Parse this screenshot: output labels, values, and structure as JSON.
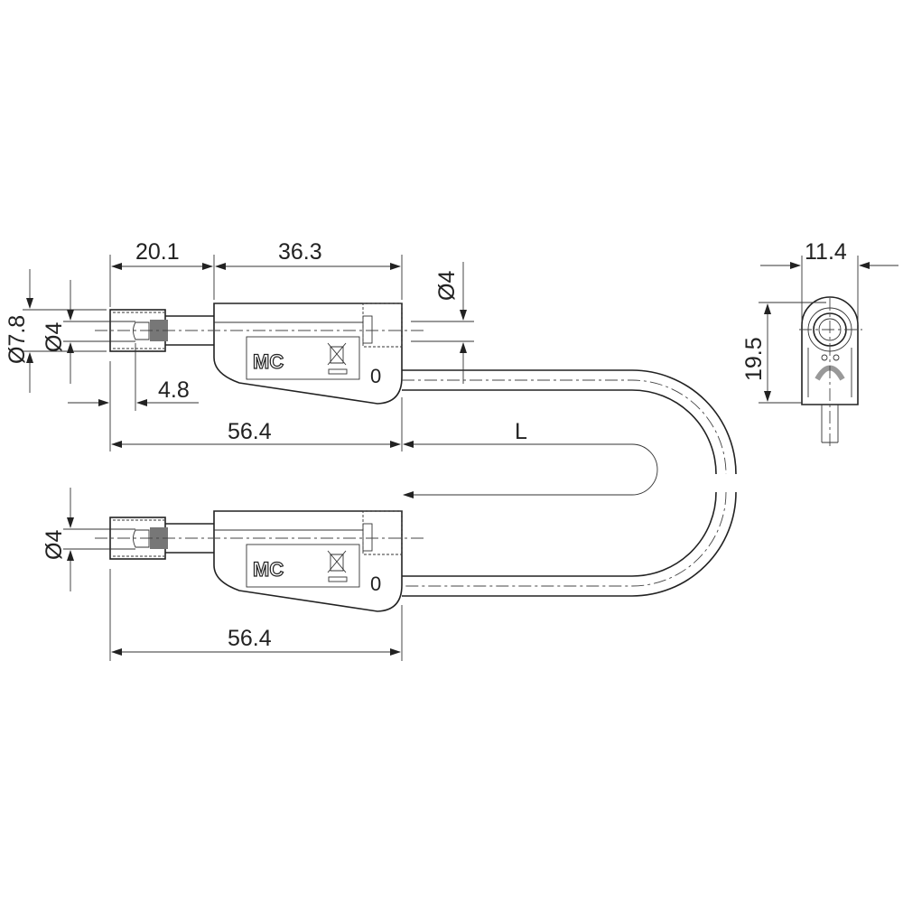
{
  "dimensions": {
    "tip_length": "20.1",
    "body_length": "36.3",
    "socket_diameter": "Ø4",
    "outer_diameter": "Ø7.8",
    "pin_diameter_top": "Ø4",
    "offset": "4.8",
    "total_length_top": "56.4",
    "cable_length": "L",
    "pin_diameter_bottom": "Ø4",
    "total_length_bottom": "56.4",
    "side_width": "11.4",
    "side_height": "19.5"
  },
  "markings": {
    "logo": "MC",
    "ring_mark": "0"
  }
}
